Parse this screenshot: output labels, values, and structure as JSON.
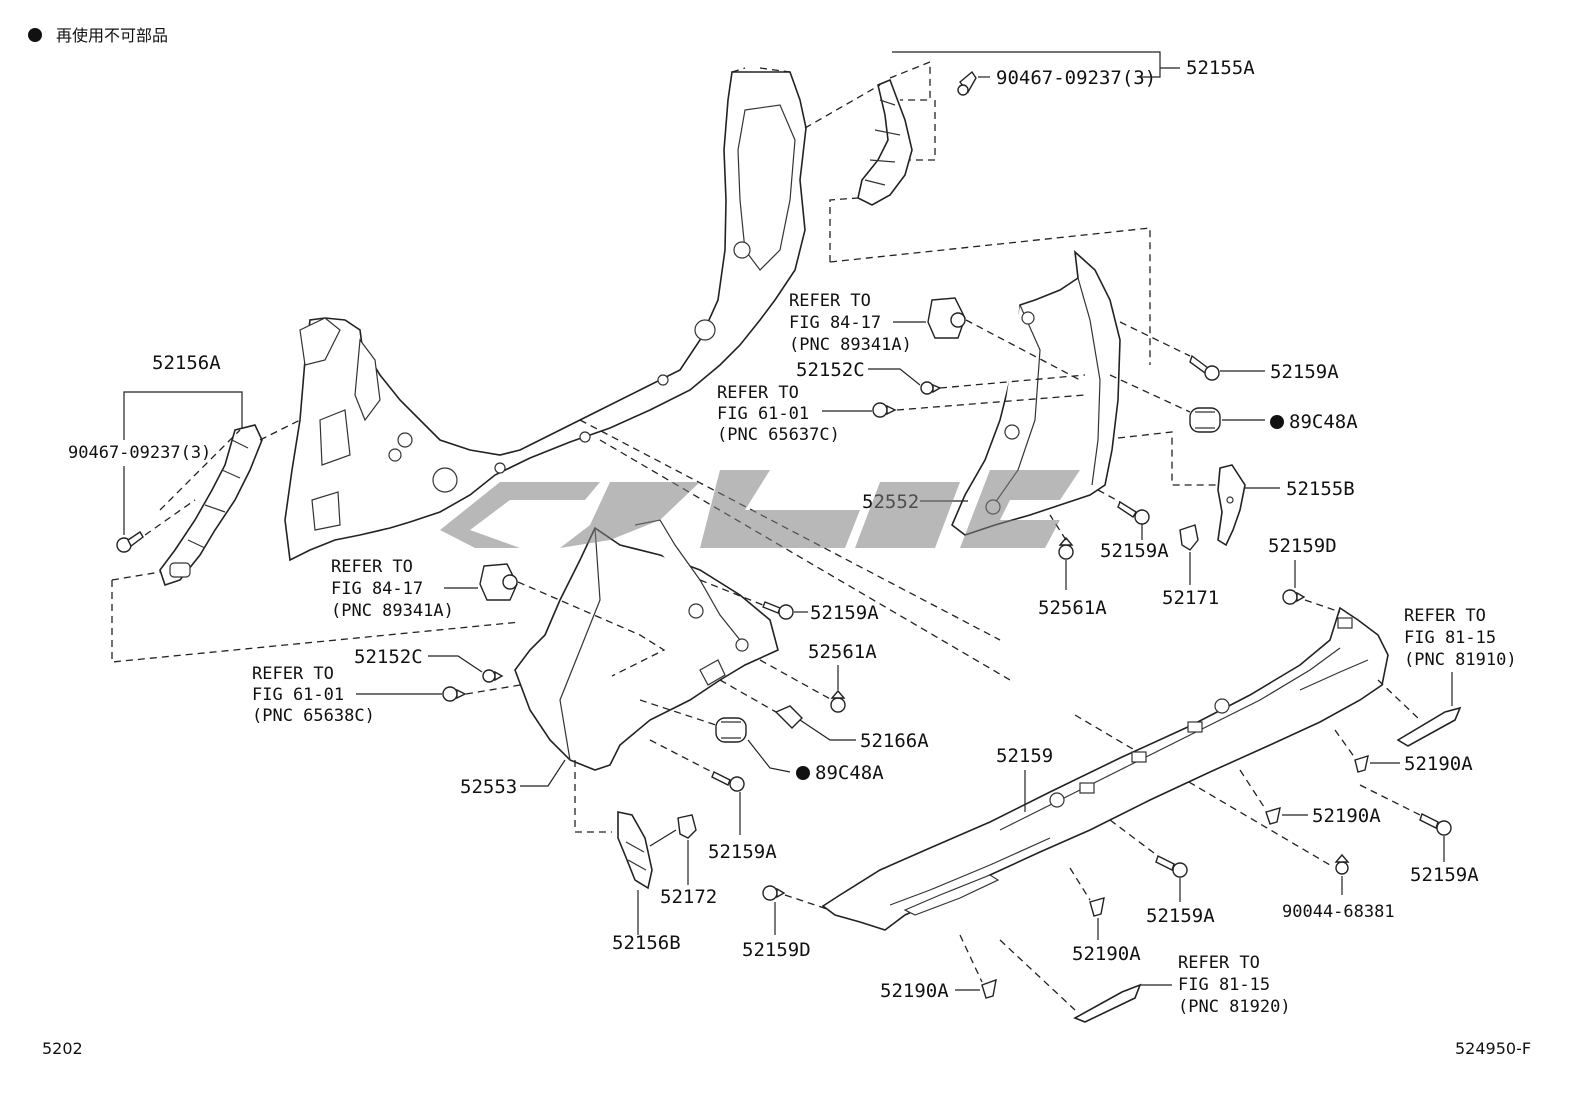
{
  "legend": {
    "symbol": "●",
    "text": "再使用不可部品"
  },
  "footer": {
    "left": "5202",
    "right": "524950-F"
  },
  "labels": {
    "l52155A": "52155A",
    "l9046709237_top": "90467-09237(3)",
    "l52156A": "52156A",
    "l9046709237_left": "90467-09237(3)",
    "l52159A_1": "52159A",
    "l89C48A_1": "89C48A",
    "l52155B": "52155B",
    "l52552": "52552",
    "l52159A_2": "52159A",
    "l52561A_1": "52561A",
    "l52171": "52171",
    "l52159D_1": "52159D",
    "l52159A_3": "52159A",
    "l52561A_2": "52561A",
    "l52152C_1": "52152C",
    "l52152C_2": "52152C",
    "l52166A": "52166A",
    "l89C48A_2": "89C48A",
    "l52553": "52553",
    "l52159A_4": "52159A",
    "l52172": "52172",
    "l52156B": "52156B",
    "l52159": "52159",
    "l52190A_1": "52190A",
    "l52190A_2": "52190A",
    "l52159A_5": "52159A",
    "l90044": "90044-68381",
    "l52159A_6": "52159A",
    "l52190A_3": "52190A",
    "l52159D_2": "52159D",
    "l52190A_4": "52190A"
  },
  "refs": {
    "r1": {
      "line1": "REFER TO",
      "line2": "FIG 84-17",
      "line3": "(PNC 89341A)"
    },
    "r2": {
      "line1": "REFER TO",
      "line2": "FIG 61-01",
      "line3": "(PNC 65637C)"
    },
    "r3": {
      "line1": "REFER TO",
      "line2": "FIG 84-17",
      "line3": "(PNC 89341A)"
    },
    "r4": {
      "line1": "REFER TO",
      "line2": "FIG 61-01",
      "line3": "(PNC 65638C)"
    },
    "r5": {
      "line1": "REFER TO",
      "line2": "FIG 81-15",
      "line3": "(PNC 81910)"
    },
    "r6": {
      "line1": "REFER TO",
      "line2": "FIG 81-15",
      "line3": "(PNC 81920)"
    }
  },
  "colors": {
    "line": "#222222",
    "watermark": "#7d7d7d",
    "background": "#ffffff"
  }
}
